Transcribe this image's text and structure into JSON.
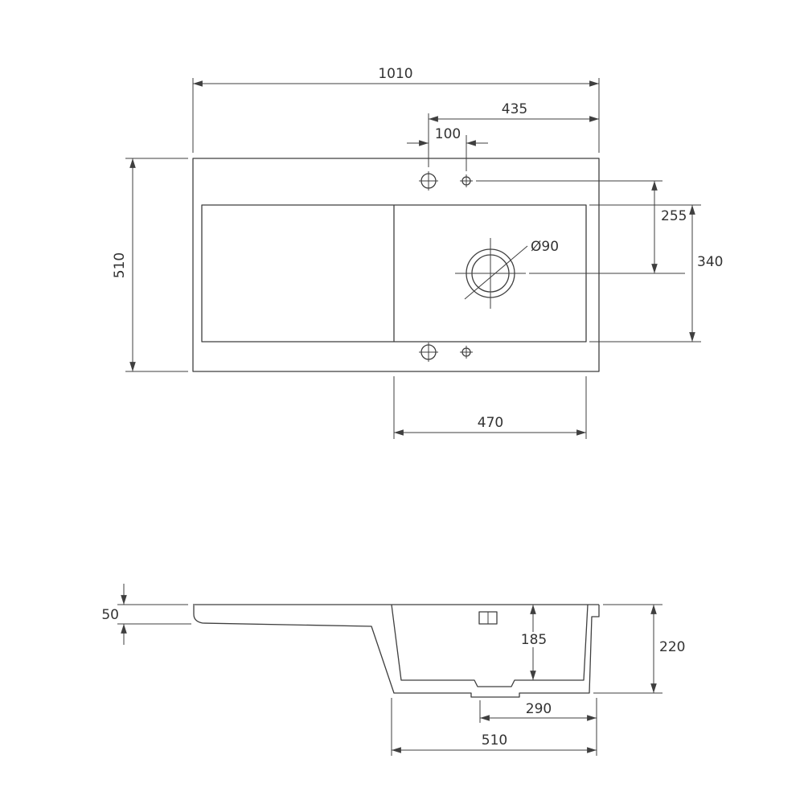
{
  "colors": {
    "line": "#3f3f3f",
    "text": "#323232",
    "background": "#ffffff"
  },
  "top_view": {
    "overall_width": "1010",
    "tap_hole_to_right_edge": "435",
    "tap_hole_spacing": "100",
    "overall_depth": "510",
    "tap_line_to_drain_center": "255",
    "bowl_depth": "340",
    "drain_diameter": "Ø90",
    "bowl_width": "470"
  },
  "side_view": {
    "rim_thickness": "50",
    "bowl_inner_depth": "185",
    "overall_height": "220",
    "drain_to_right_edge": "290",
    "bowl_outer_width": "510"
  }
}
